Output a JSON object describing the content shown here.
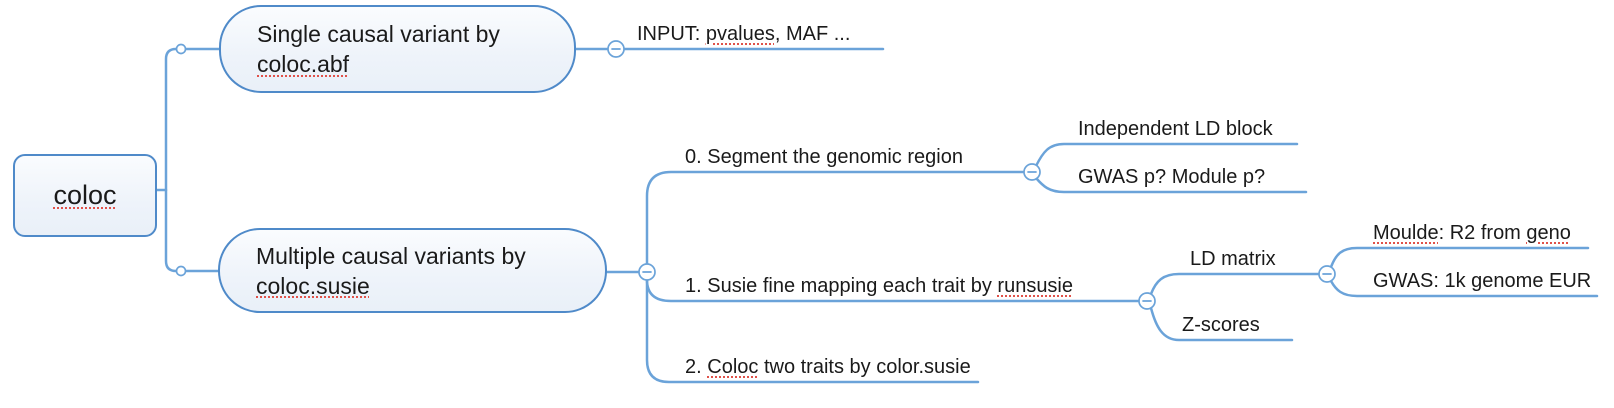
{
  "colors": {
    "line": "#6ba3d9",
    "node_border": "#4f8ac9",
    "node_fill": "#eef3fa",
    "squiggle": "#e0524a"
  },
  "root": {
    "label": "coloc"
  },
  "abf_branch": {
    "pill_line1": "Single causal variant by",
    "pill_line2": "coloc.abf",
    "input_leaf": {
      "prefix": "INPUT: ",
      "squiggled": "pvalues",
      "suffix": ", MAF ..."
    }
  },
  "susie_branch": {
    "pill_line1": "Multiple causal variants by",
    "pill_line2": "coloc.susie",
    "step0": {
      "label": "0. Segment the genomic region"
    },
    "step0_children": {
      "ld_block": "Independent LD block",
      "gwas_p": "GWAS p? Module p?"
    },
    "step1": {
      "prefix": "1. Susie fine mapping each trait by ",
      "squiggled": "runsusie"
    },
    "step1_children": {
      "ld_matrix": "LD matrix",
      "z_scores": "Z-scores"
    },
    "ld_matrix_children": {
      "moulde": {
        "squiggled1": "Moulde",
        "mid": ": R2 from ",
        "squiggled2": "geno"
      },
      "gwas_eur": "GWAS: 1k genome EUR"
    },
    "step2": {
      "prefix": "2. ",
      "squiggled": "Coloc",
      "suffix": " two traits by color.susie"
    }
  }
}
